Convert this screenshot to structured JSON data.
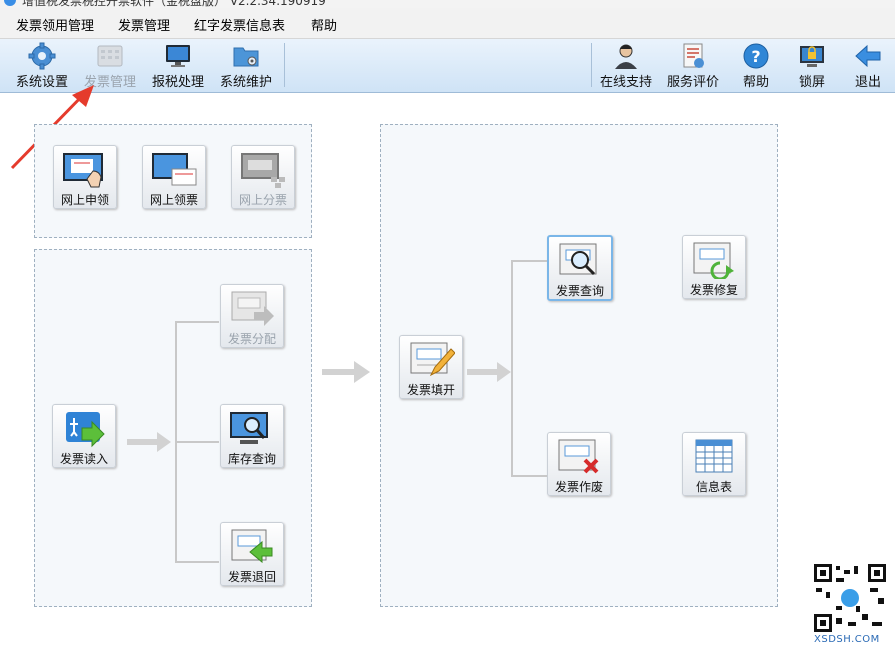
{
  "titlebar": {
    "text": "增值税发票税控开票软件（金税盘版） V2.2.34.190919"
  },
  "menu": [
    "发票领用管理",
    "发票管理",
    "红字发票信息表",
    "帮助"
  ],
  "toolbar": {
    "left": [
      {
        "label": "系统设置",
        "icon": "gear-icon"
      },
      {
        "label": "发票管理",
        "icon": "invoice-manage-icon",
        "disabled": true
      },
      {
        "label": "报税处理",
        "icon": "monitor-icon"
      },
      {
        "label": "系统维护",
        "icon": "folder-gear-icon"
      }
    ],
    "right": [
      {
        "label": "在线支持",
        "icon": "support-person-icon"
      },
      {
        "label": "服务评价",
        "icon": "evaluation-icon"
      },
      {
        "label": "帮助",
        "icon": "help-icon"
      },
      {
        "label": "锁屏",
        "icon": "lock-screen-icon"
      },
      {
        "label": "退出",
        "icon": "exit-arrow-icon"
      }
    ]
  },
  "tiles": {
    "online_apply": "网上申领",
    "online_receive": "网上领票",
    "online_distribute": "网上分票",
    "invoice_allocate": "发票分配",
    "invoice_read": "发票读入",
    "stock_query": "库存查询",
    "invoice_return": "发票退回",
    "invoice_fill": "发票填开",
    "invoice_query": "发票查询",
    "invoice_repair": "发票修复",
    "invoice_void": "发票作废",
    "info_table": "信息表"
  },
  "watermark": {
    "text": "XSDSH.COM"
  },
  "colors": {
    "toolbar": "#d8e8f7",
    "panel": "#f5f8fb",
    "annotation_arrow": "#e53b2c"
  }
}
